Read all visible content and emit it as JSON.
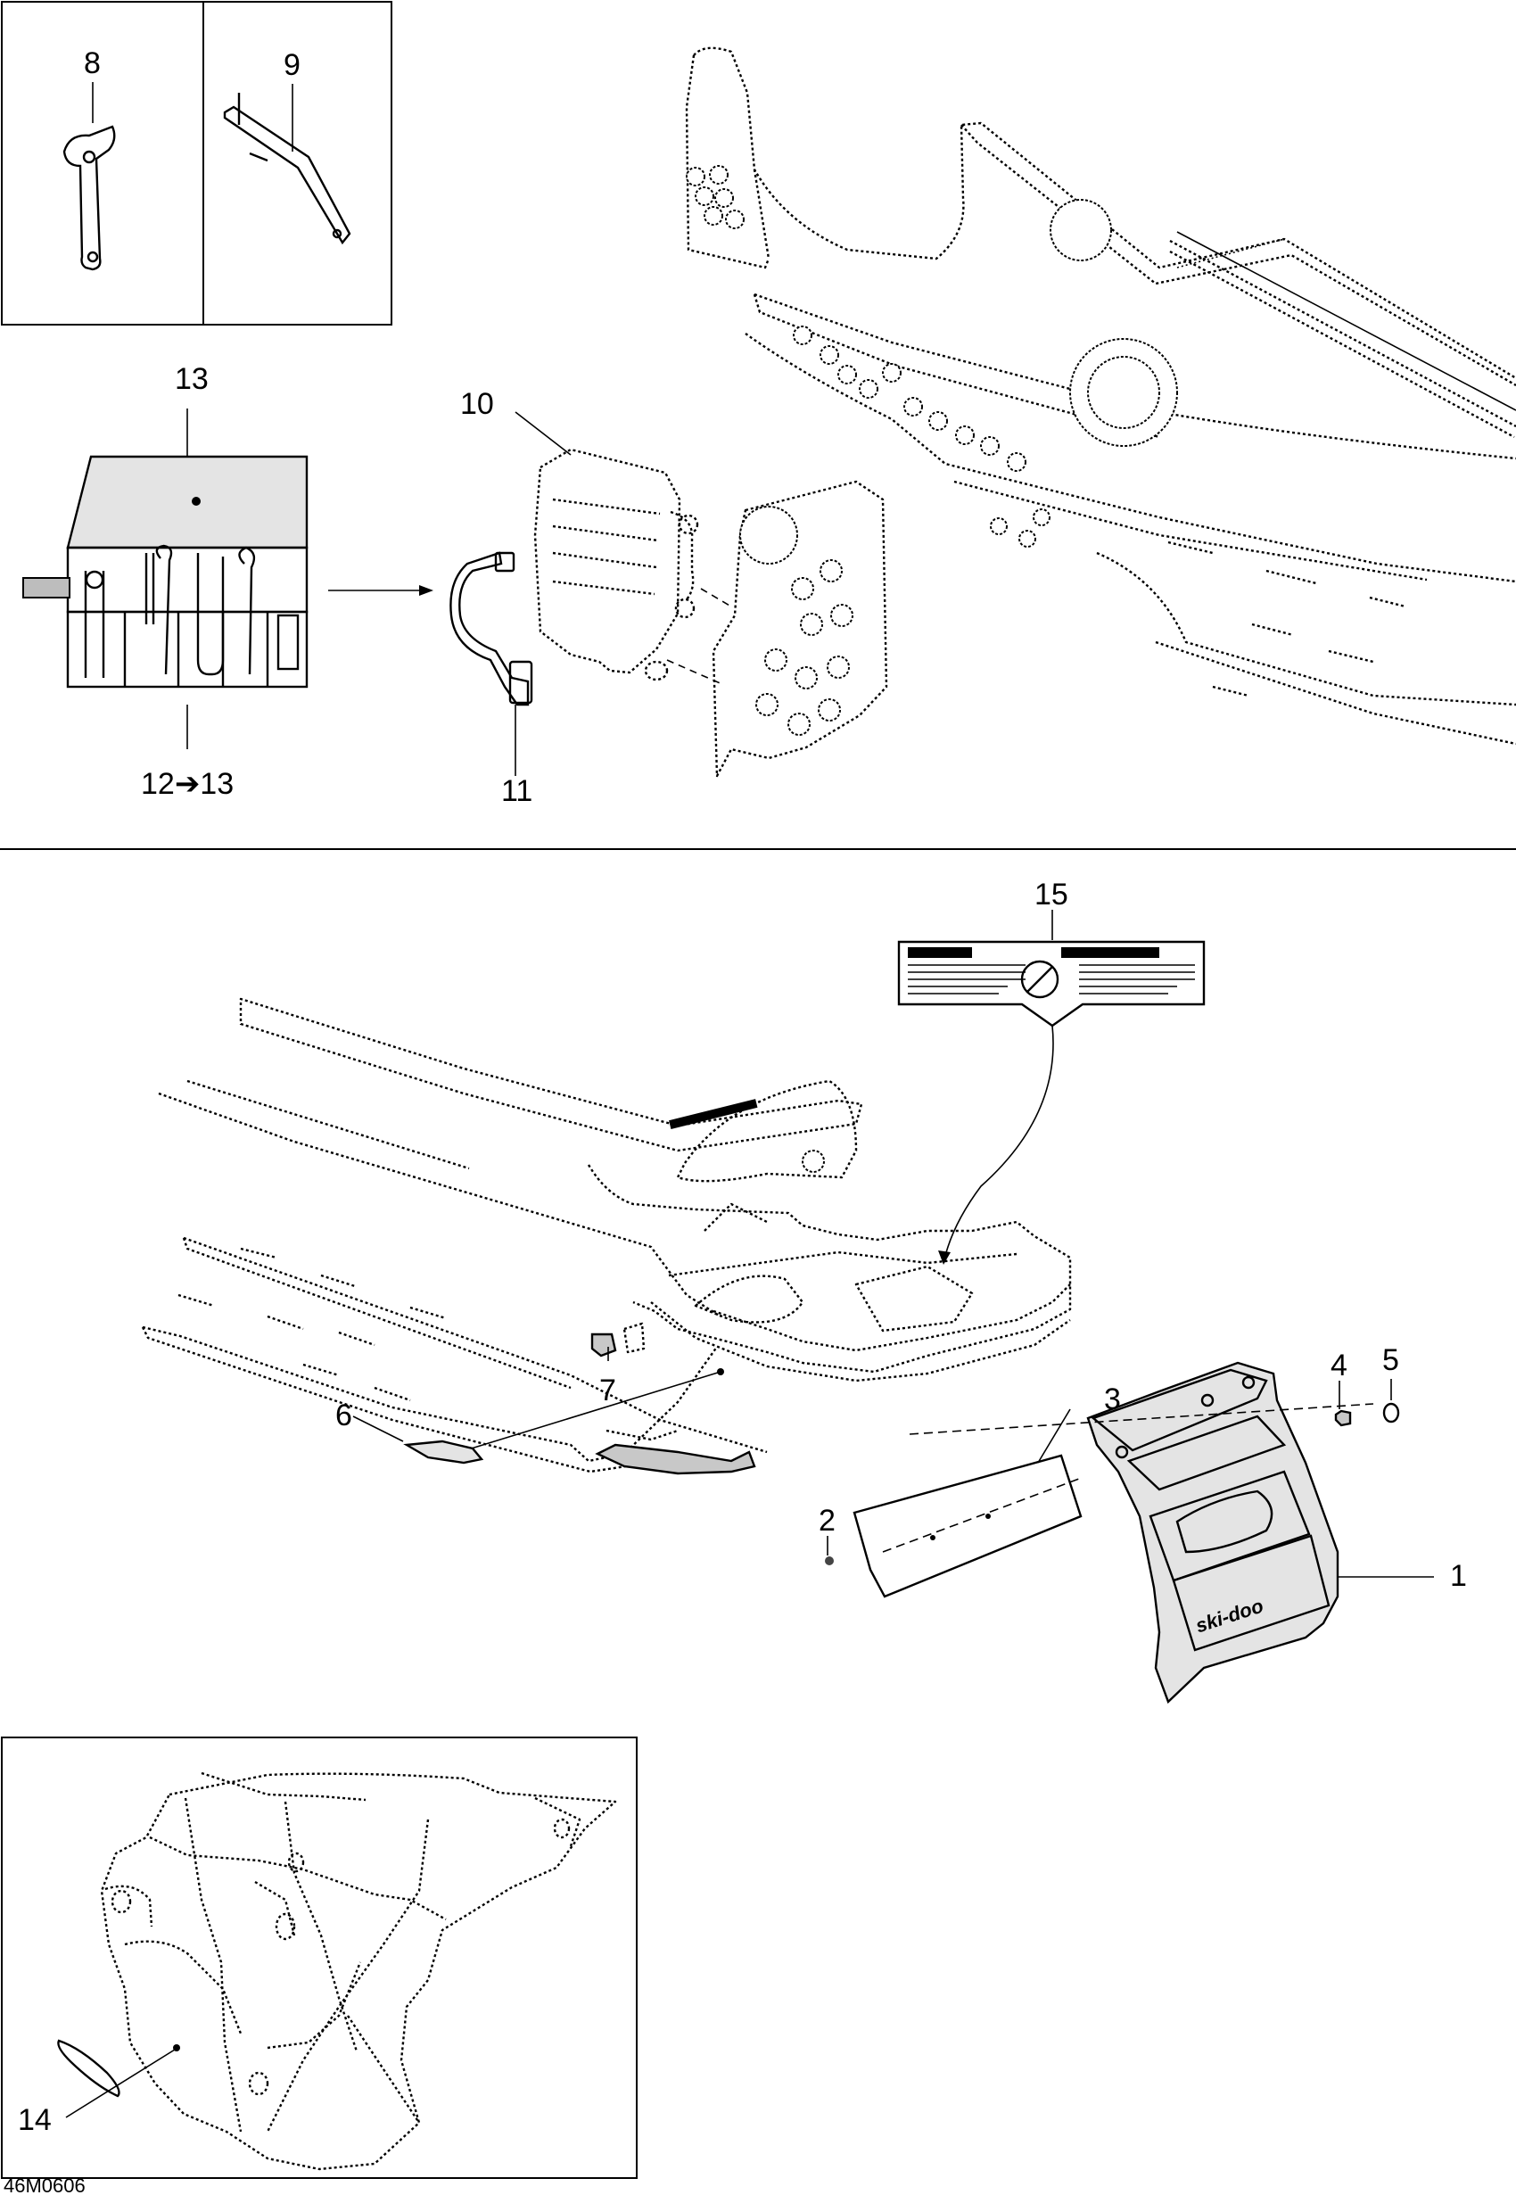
{
  "diagram": {
    "callouts": [
      {
        "id": "c8",
        "text": "8"
      },
      {
        "id": "c9",
        "text": "9"
      },
      {
        "id": "c13",
        "text": "13"
      },
      {
        "id": "c10",
        "text": "10"
      },
      {
        "id": "c12-13",
        "text": "12➔13"
      },
      {
        "id": "c11",
        "text": "11"
      },
      {
        "id": "c15",
        "text": "15"
      },
      {
        "id": "c7",
        "text": "7"
      },
      {
        "id": "c4",
        "text": "4"
      },
      {
        "id": "c5",
        "text": "5"
      },
      {
        "id": "c3",
        "text": "3"
      },
      {
        "id": "c2",
        "text": "2"
      },
      {
        "id": "c6",
        "text": "6"
      },
      {
        "id": "c1",
        "text": "1"
      },
      {
        "id": "c14",
        "text": "14"
      }
    ],
    "figure_code": "46M0606",
    "decal_text": "ski-doo"
  }
}
